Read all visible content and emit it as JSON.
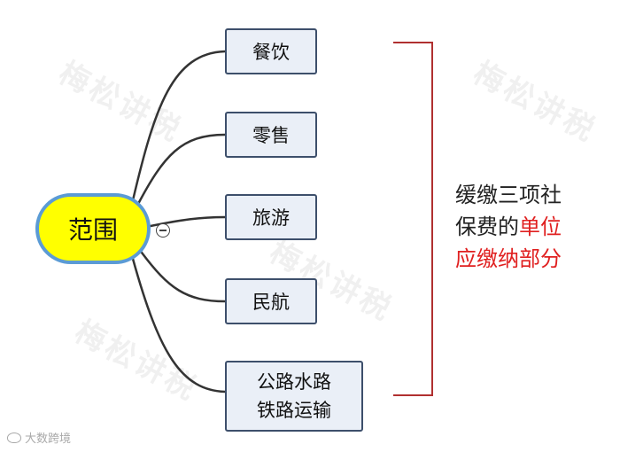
{
  "watermark": "梅松讲税",
  "root": {
    "label": "范围"
  },
  "branches": [
    {
      "line1": "餐饮"
    },
    {
      "line1": "零售"
    },
    {
      "line1": "旅游"
    },
    {
      "line1": "民航"
    },
    {
      "line1": "公路水路",
      "line2": "铁路运输"
    }
  ],
  "note": {
    "line1": "缓缴三项社",
    "line2_normal": "保费的",
    "line2_red": "单位",
    "line3_red": "应缴纳部分"
  },
  "footer": {
    "text": "大数跨境"
  },
  "colors": {
    "root_fill": "#ffff00",
    "root_border": "#5b9bd5",
    "node_fill": "#eaeff7",
    "node_border": "#3d4f6b",
    "bracket": "#b03030",
    "highlight_text": "#e02020"
  }
}
